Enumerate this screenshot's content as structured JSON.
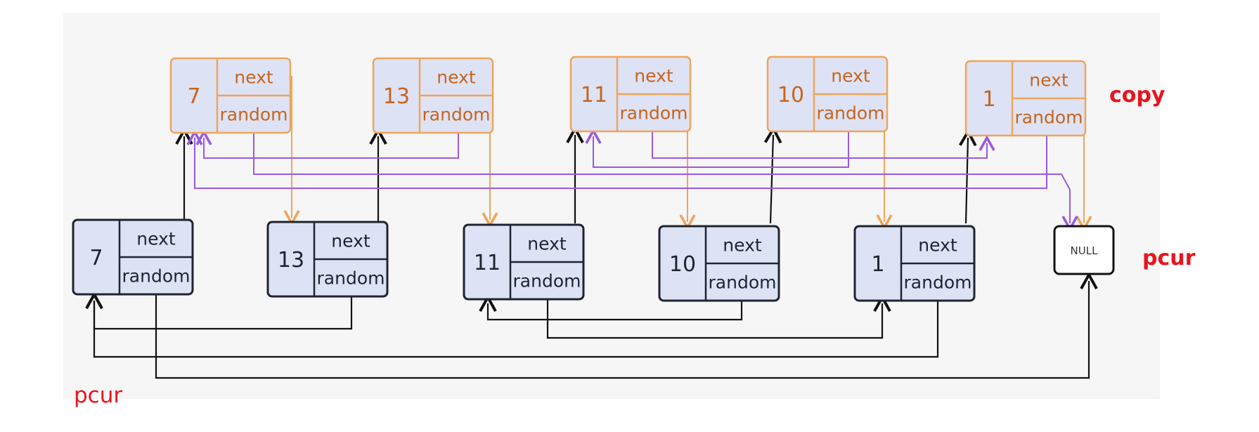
{
  "labels": {
    "copy": "copy",
    "pcur_right": "pcur",
    "pcur_left": "pcur"
  },
  "fields": {
    "next": "next",
    "random": "random"
  },
  "null_label": "NULL",
  "copy_nodes": [
    "7",
    "13",
    "11",
    "10",
    "1"
  ],
  "orig_nodes": [
    "7",
    "13",
    "11",
    "10",
    "1"
  ],
  "colors": {
    "copy_border": "#f0a45a",
    "copy_text": "#c8641e",
    "orig_border": "#1e2430",
    "orig_text": "#1e2430",
    "node_fill": "#dde3f5",
    "black_arrow": "#111111",
    "purple_arrow": "#9b59e0",
    "orange_arrow": "#f0a45a",
    "label_red": "#e8141e"
  }
}
